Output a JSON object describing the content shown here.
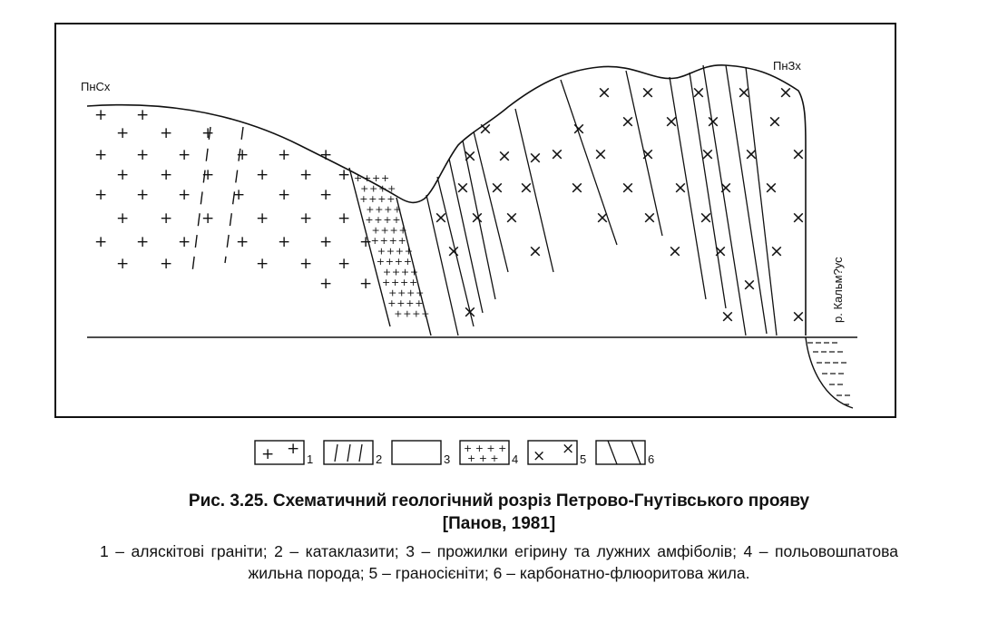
{
  "section": {
    "left_label": "ПнСх",
    "right_label": "ПнЗх",
    "river_label": "р. Кальм?ус"
  },
  "legend": [
    {
      "symbol": "plus",
      "number": "1"
    },
    {
      "symbol": "dashes",
      "number": "2"
    },
    {
      "symbol": "empty",
      "number": "3"
    },
    {
      "symbol": "dense-plus",
      "number": "4"
    },
    {
      "symbol": "cross",
      "number": "5"
    },
    {
      "symbol": "diagonal",
      "number": "6"
    }
  ],
  "caption": {
    "title_line1": "Рис. 3.25. Схематичний геологічний розріз Петрово-Гнутівського прояву",
    "title_line2": "[Панов, 1981]",
    "items": [
      "1 – аляскітові граніти;",
      "2 – катаклазити;",
      "3 – прожилки егірину та лужних амфіболів;",
      "4 – польовошпатова жильна порода;",
      "5 – граносієніти;",
      "6 – карбонатно-флюоритова жила."
    ]
  }
}
